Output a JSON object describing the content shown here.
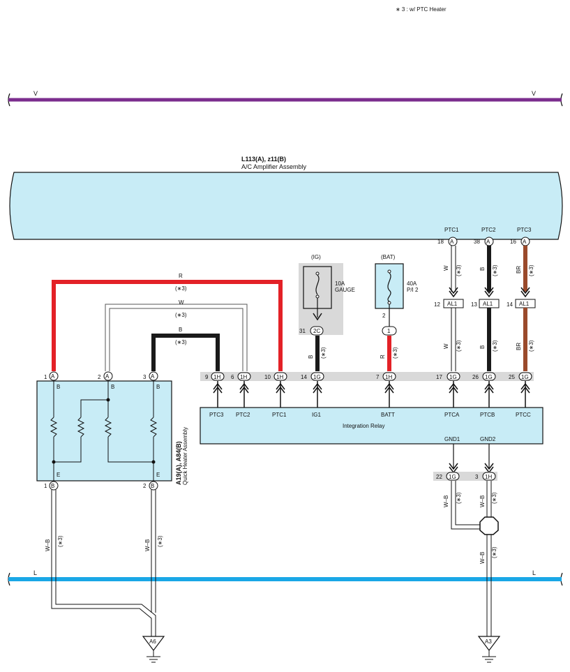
{
  "note": "∗ 3 : w/ PTC Heater",
  "bus_top": {
    "label_left": "V",
    "label_right": "V",
    "color": "#7b2d8e"
  },
  "bus_bottom": {
    "label_left": "L",
    "label_right": "L",
    "color": "#1aa7e6"
  },
  "amplifier": {
    "code": "L113(A), z11(B)",
    "name": "A/C Amplifier Assembly",
    "fill": "#c8ecf6"
  },
  "amp_pins": [
    {
      "name": "PTC1",
      "num": "18",
      "conn": "A",
      "wire": "W"
    },
    {
      "name": "PTC2",
      "num": "38",
      "conn": "A",
      "wire": "B"
    },
    {
      "name": "PTC3",
      "num": "16",
      "conn": "A",
      "wire": "BR"
    }
  ],
  "al1": [
    {
      "num": "12",
      "label": "AL1"
    },
    {
      "num": "13",
      "label": "AL1"
    },
    {
      "num": "14",
      "label": "AL1"
    }
  ],
  "fuse_ig": {
    "source": "(IG)",
    "rating": "10A",
    "name": "GAUGE",
    "pin_num": "31",
    "conn": "2C",
    "wire": "B"
  },
  "fuse_bat": {
    "source": "(BAT)",
    "rating": "40A",
    "name": "P/I 2",
    "pin_num": "2",
    "conn": "1",
    "wire": "R"
  },
  "relay": {
    "name": "Integration Relay",
    "fill": "#c8ecf6",
    "pins": [
      {
        "num": "9",
        "conn": "1H",
        "label": "PTC3"
      },
      {
        "num": "6",
        "conn": "1H",
        "label": "PTC2"
      },
      {
        "num": "10",
        "conn": "1H",
        "label": "PTC1"
      },
      {
        "num": "14",
        "conn": "1G",
        "label": "IG1"
      },
      {
        "num": "7",
        "conn": "1H",
        "label": "BATT"
      },
      {
        "num": "17",
        "conn": "1G",
        "label": "PTCA"
      },
      {
        "num": "26",
        "conn": "1G",
        "label": "PTCB"
      },
      {
        "num": "25",
        "conn": "1G",
        "label": "PTCC"
      }
    ],
    "gnd_pins": [
      {
        "num": "22",
        "conn": "1G",
        "label": "GND1",
        "wire": "W–B"
      },
      {
        "num": "3",
        "conn": "1H",
        "label": "GND2",
        "wire": "W–B"
      }
    ]
  },
  "heater": {
    "code": "A19(A), A84(B)",
    "name": "Quick Heater Assembly",
    "fill": "#c8ecf6",
    "top_pins": [
      {
        "num": "1",
        "conn": "A",
        "label": "B"
      },
      {
        "num": "2",
        "conn": "A",
        "label": "B"
      },
      {
        "num": "3",
        "conn": "A",
        "label": "B"
      }
    ],
    "bottom_pins": [
      {
        "num": "1",
        "conn": "B",
        "label": "E",
        "wire": "W–B"
      },
      {
        "num": "2",
        "conn": "B",
        "label": "E",
        "wire": "W–B"
      }
    ]
  },
  "wires": {
    "r_label": "R",
    "w_label": "W",
    "b_label": "B",
    "wb_label": "W–B",
    "ptc_tag": "(∗3)",
    "red": "#e32127",
    "black": "#1a1a1a",
    "brown": "#9a4a2b",
    "white": "#ffffff"
  },
  "grounds": [
    {
      "label": "A6"
    },
    {
      "label": "A3"
    }
  ]
}
